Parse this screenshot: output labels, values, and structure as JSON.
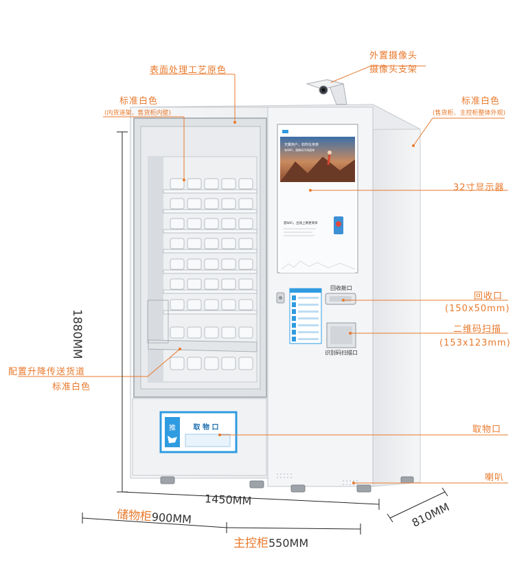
{
  "labels": {
    "surface": "表面处理工艺原色",
    "camera_ext": "外置摄像头",
    "camera_bracket": "摄像头支架",
    "std_white_left": "标准白色",
    "std_white_left_sub": "(内货道架、售货柜内壁)",
    "std_white_right": "标准白色",
    "std_white_right_sub": "(售货柜、主控柜整体外观)",
    "display": "32寸显示器",
    "return_port": "回收口",
    "return_port_size": "(150x50mm)",
    "qr_scan": "二维码扫描",
    "qr_scan_size": "(153x123mm)",
    "lift_conveyor": "配置升降传送货道",
    "lift_conveyor_color": "标准白色",
    "pickup": "取物口",
    "speaker": "喇叭"
  },
  "machine": {
    "return_slot_label": "回收舱口",
    "qr_slot_label": "识别码扫描口",
    "pickup_push": "推",
    "pickup_title": "取 物 口",
    "screen_headline": "天翼用户，如你在身旁",
    "screen_sub": "有WiFi，我瞬间不再孤单",
    "screen_bottom": "游WiFi，出境上网更简单"
  },
  "dimensions": {
    "height": "1880MM",
    "width_total": "1450MM",
    "storage_cab": "储物柜",
    "storage_cab_val": "900MM",
    "main_cab": "主控柜",
    "main_cab_val": "550MM",
    "depth": "810MM"
  },
  "colors": {
    "accent": "#e8792c",
    "cabinet": "#f2f3f5",
    "glass": "#e6e8ea",
    "blue_panel": "#2f9be0"
  }
}
